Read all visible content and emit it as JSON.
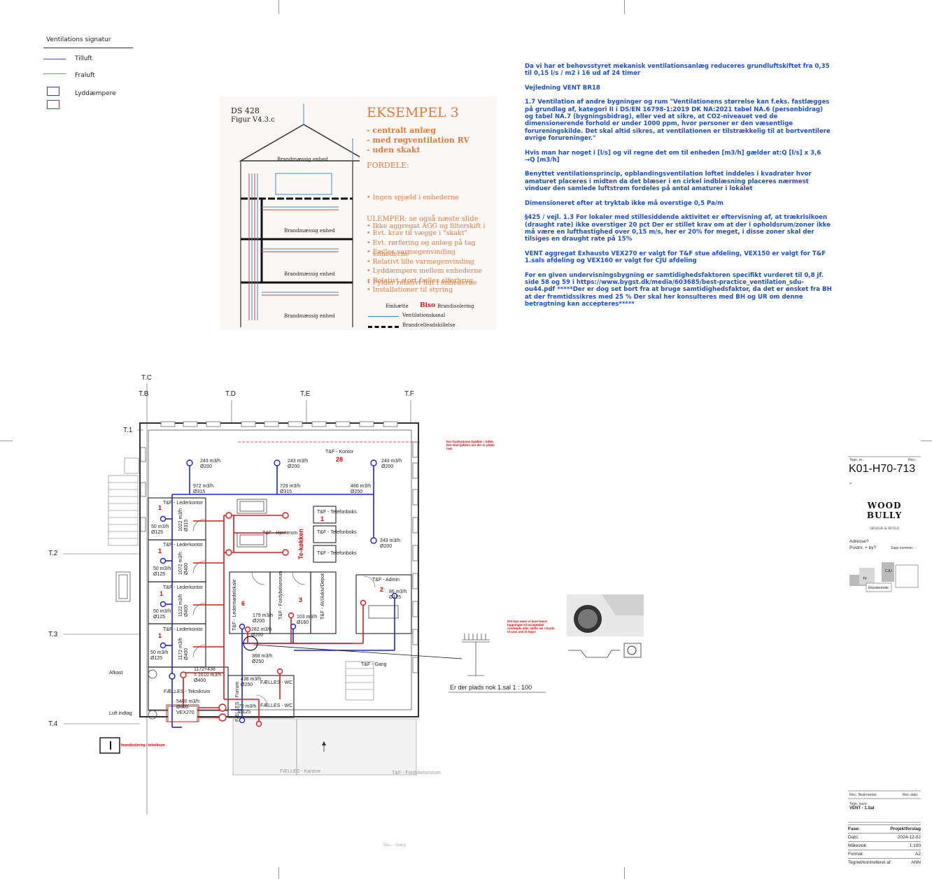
{
  "legend": {
    "title": "Ventilations signatur",
    "items": [
      {
        "label": "Tilluft",
        "color": "#4a5bd8"
      },
      {
        "label": "Fraluft",
        "color": "#e46a6a"
      },
      {
        "label": "Lyddæmpere",
        "color": "#2b3fd1"
      }
    ]
  },
  "example": {
    "ds_title": "DS 428",
    "ds_fig": "Figur V4.3.c",
    "heading": "EKSEMPEL 3",
    "bullets": [
      "- centralt anlæg",
      "- med røgventilation RV",
      "- uden skakt"
    ],
    "fordele_title": "FORDELE:",
    "fordele": [
      "• Ingen spjæld i enhederne",
      "• Ikke aggregat AGG og filterskift i",
      "   enhederne",
      "• Fylder relativt lidt i enhederne"
    ],
    "ulemper_title": "ULEMPER: se også næste slide",
    "ulemper": [
      "• Evt. krav til vægge i \"skakt\"",
      "• Evt. rørføring og anlæg på tag",
      "• Fælles varmegenvinding",
      "• Relativt lille varmegenvinding",
      "• Lyddæmpere mellem enhederne",
      "• Relativt stort fælles elforbrug",
      "• Installationer til styring"
    ],
    "units": [
      "Brandmæssig enhed",
      "Brandmæssig enhed",
      "Brandmæssig enhed",
      "Brandmæssig enhed"
    ],
    "key": {
      "emhaette": "Emhætte",
      "biso": "Biso",
      "brandisolering": "Brandisolering",
      "kanal": "Ventilationskanal",
      "skille": "Brandcelleadskillelse"
    }
  },
  "notes": [
    "Da vi har et behovsstyret mekanisk ventilationsanlæg reduceres grundluftskiftet fra 0,35 til 0,15 l/s / m2 i 16 ud af 24 timer",
    "Vejledning VENT BR18",
    "1.7 Ventilation af andre bygninger og rum \"Ventilationens størrelse kan f.eks. fastlægges på grundlag af, kategori II i DS/EN 16798-1:2019 DK NA:2021 tabel NA.6 (personbidrag) og tabel NA.7 (bygningsbidrag), eller ved at sikre, at CO2-niveauet ved de dimensionerende forhold er under 1000 ppm, hvor personer er den væsentlige forureningskilde. Det skal altid sikres, at ventilationen er tilstrækkelig til at bortventilere øvrige forureninger.\"",
    "Hvis man har noget i [l/s] og vil regne det om til enheden [m3/h] gælder at:Q [l/s] x 3,6 →Q [m3/h]",
    "Benyttet ventilationsprincip, opblandingsventilation loftet inddeles i kvadrater hvor amaturet placeres i midten da det blæser i en cirkel indblæsning placeres nærmest vinduer den samlede luftstrøm fordeles på antal amaturer i lokalet",
    "Dimensioneret efter at tryktab ikke må overstige 0,5 Pa/m",
    "§425 / vejl. 1.3 For lokaler med stillesiddende aktivitet er eftervisning af, at trækrisikoen (draught rate) ikke overstiger 20 pct Der er stillet krav om at der i opholdsrum/zoner ikke må være en lufthastighed over 0,15 m/s, her er 20% for meget, i disse zoner skal der tilsiges en draught rate på 15%",
    "VENT aggregat Exhausto VEX270 er valgt for T&F stue afdeling, VEX150 er valgt for T&F 1.sals afdeling og VEX160 er valgt for CJU afdeling",
    "For en given undervisningsbygning er samtidighedsfaktoren specifikt vurderet til 0,8 jf. side 58 og 59 i https://www.bygst.dk/media/603685/best-practice_ventilation_sdu-ou44.pdf *****Der er dog set bort fra at bruge samtidighedsfaktor, da det er ønsket fra BH at der fremtidssikres med 25 % Der skal her konsulteres med BH og UR om denne betragtning kan accepteres*****"
  ],
  "grid": [
    "T.C",
    "T.B",
    "T.D",
    "T.E",
    "T.F",
    "T.1",
    "T.2",
    "T.3",
    "T.4"
  ],
  "plan": {
    "rooms": [
      {
        "name": "T&F - Kontor",
        "count": "28"
      },
      {
        "name": "T&F - Lederkontor",
        "count": "1"
      },
      {
        "name": "T&F - Lederkontor",
        "count": "1"
      },
      {
        "name": "T&F - Lederkontor",
        "count": "1"
      },
      {
        "name": "T&F - Lederkontor",
        "count": "1"
      },
      {
        "name": "T&F - Telefonboks",
        "count": "1"
      },
      {
        "name": "T&F - Telefonboks",
        "count": ""
      },
      {
        "name": "T&F - Telefonboks",
        "count": ""
      },
      {
        "name": "T&F - Hjerterum",
        "count": ""
      },
      {
        "name": "Te-køkken",
        "count": ""
      },
      {
        "name": "T&F - Admin",
        "count": "2"
      },
      {
        "name": "T&F - Ledermødelokale",
        "count": "6"
      },
      {
        "name": "T&F - Fordybelsesrum",
        "count": "3"
      },
      {
        "name": "T&F - AV/Arkiv/Depot",
        "count": ""
      },
      {
        "name": "T&F - Gang",
        "count": ""
      },
      {
        "name": "FÆLLES - WC",
        "count": ""
      },
      {
        "name": "FÆLLES - WC",
        "count": ""
      },
      {
        "name": "FÆLLES - Teknikrum",
        "count": ""
      },
      {
        "name": "FÆLLES - Kantine",
        "count": ""
      },
      {
        "name": "T&F - Fordybelsesrum",
        "count": ""
      },
      {
        "name": "FÆLLES - Forrum",
        "count": ""
      }
    ],
    "flows": {
      "k1": "243 m3/h",
      "k1d": "Ø200",
      "k2": "243 m3/h",
      "k2d": "Ø200",
      "k3": "243 m3/h",
      "k3d": "Ø200",
      "k4": "243 m3/h",
      "k4d": "Ø200",
      "m1": "972 m3/h",
      "m1d": "Ø315",
      "m2": "729 m3/h",
      "m2d": "Ø315",
      "m3": "486 m3/h",
      "m3d": "Ø250",
      "l1": "50 m3/h",
      "l1d": "Ø125",
      "l2": "50 m3/h",
      "l2d": "Ø125",
      "l3": "50 m3/h",
      "l3d": "Ø125",
      "l4": "50 m3/h",
      "l4d": "Ø125",
      "v1": "1022 m3/h",
      "v1d": "Ø315",
      "v2": "1072 m3/h",
      "v2d": "Ø400",
      "v3": "1122 m3/h",
      "v3d": "Ø400",
      "v4": "1172 m3/h",
      "v4d": "Ø400",
      "a1": "86 m3/h",
      "a1d": "Ø125",
      "r1": "179 m3/h",
      "r1d": "Ø200",
      "r2": "103 m3/h",
      "r2d": "Ø160",
      "r3": "282 m3/h",
      "r3d": "Ø200",
      "r4": "368 m3/h",
      "r4d": "Ø250",
      "s1": "1172+438",
      "s1b": "= 1610 m3/h",
      "s1d": "Ø400",
      "s2": "438 m3/h",
      "s2d": "Ø250",
      "s3": "70 m3/h",
      "s3d": "Ø125",
      "ag1": "5400 m3/h",
      "ag1d": "Ø600",
      "ag1n": "VEX270"
    },
    "afkast": "Afkast",
    "luft_indtag": "Luft indtag",
    "note_red1": "Der forekommer bjælker i loftet. Der skal tjekkes om der er plads nok",
    "note_red2": "Det kan være vi bare hæve bygningen til acceptabel rumhøjde eller skifte rør i bryde til som viel til højre",
    "note_biso": "brandisolering i teknikrum",
    "scale": "Er der plads nok 1.sal  1 : 100",
    "eks_gang": "Eks. - Gang"
  },
  "titleblock": {
    "tegn_label": "Tegn. nr.:",
    "rev_label": "Rev.:",
    "number": "K01-H70-713",
    "dash": "-",
    "logo": "WOOD BULLY",
    "logo_sub": "DESIGN & BUILD",
    "adresse": "Adresse?",
    "postnr": "Postnr. + by?",
    "sags": "Sags nummer.: -",
    "map_tf": "TF",
    "map_cju": "CJU",
    "map_eks": "Eksisterende",
    "rev_desc": "Rev.: Beskrivelse:",
    "rev_date": "Rev. dato:",
    "tegn_navn": "Tegn. navn:",
    "tegn_navn_val": "VENT - 1.Sal",
    "rows": [
      {
        "k": "Fase:",
        "v": "Projektforslag"
      },
      {
        "k": "Dato:",
        "v": "2024-12-02"
      },
      {
        "k": "Målestok:",
        "v": "1:100"
      },
      {
        "k": "Format:",
        "v": "A2"
      },
      {
        "k": "Tegnet/kontrolleret af:",
        "v": "ANN"
      }
    ]
  }
}
